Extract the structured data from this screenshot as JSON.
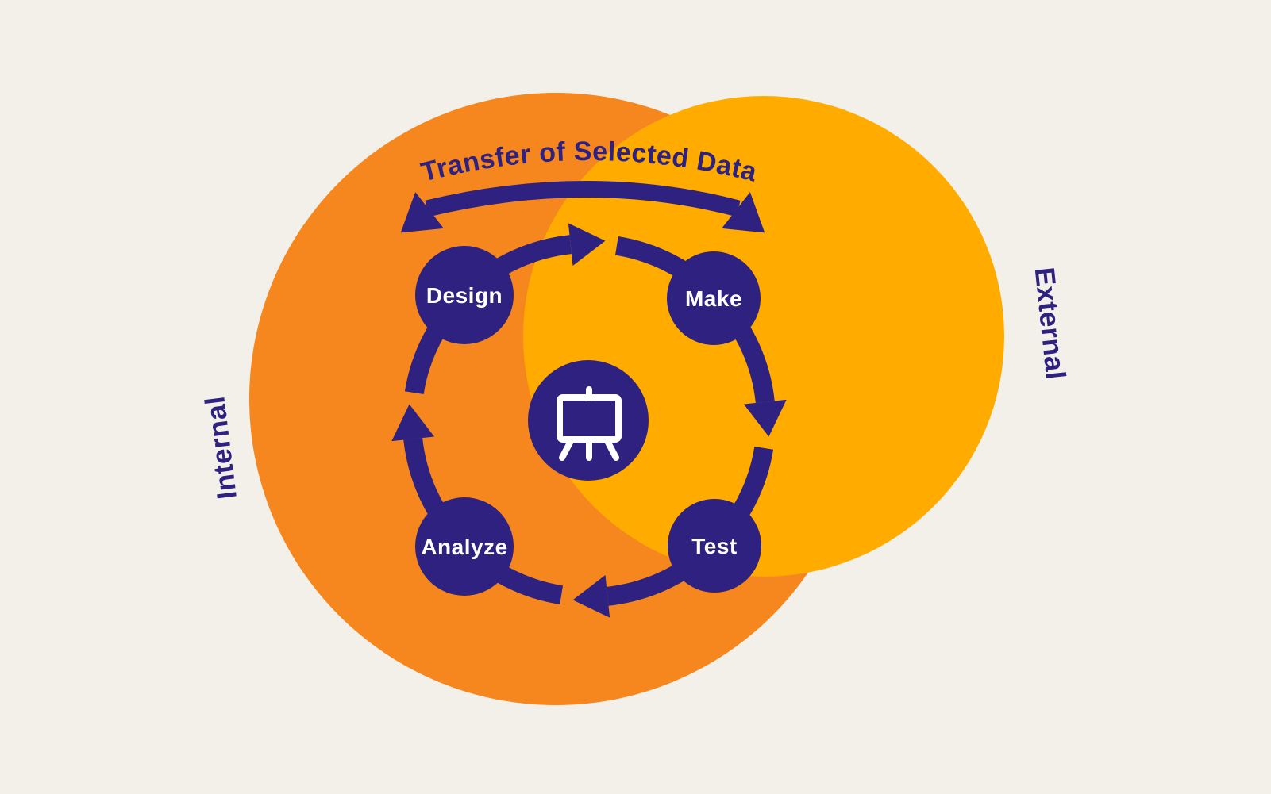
{
  "colors": {
    "background": "#F3EFE9",
    "orange": "#F5871E",
    "yellow": "#FFAB00",
    "purple": "#2E2180",
    "node_text": "#FFFFFF"
  },
  "title_arc": {
    "label": "Transfer of Selected Data"
  },
  "regions": {
    "internal_label": "Internal",
    "external_label": "External"
  },
  "cycle": {
    "direction": "clockwise",
    "nodes": [
      {
        "label": "Design"
      },
      {
        "label": "Make"
      },
      {
        "label": "Test"
      },
      {
        "label": "Analyze"
      }
    ]
  },
  "center": {
    "icon": "easel-board-icon"
  }
}
